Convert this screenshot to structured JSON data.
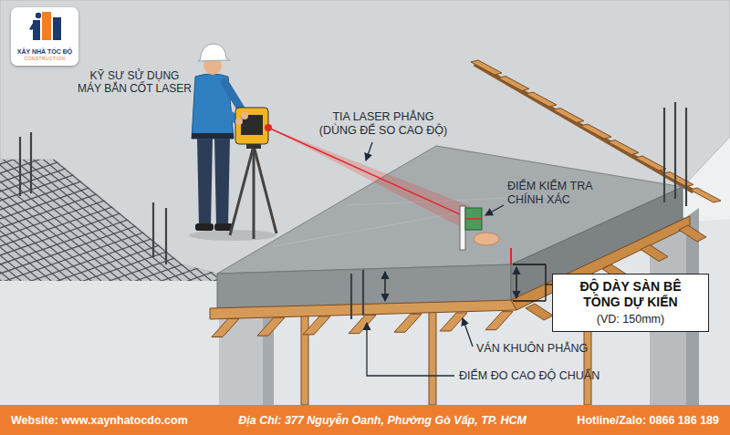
{
  "diagram": {
    "nodes": [
      {
        "text": [
          "XÂY NHÀ TỐC ĐỘ",
          "CONSTRUCTION"
        ]
      },
      {
        "text": [
          "ĐỘ DÀY SÀN BÊ TÔNG DỰ KIẾN",
          "(VD: 150mm)"
        ]
      },
      {
        "text": [
          "Website: www.xaynhatocdo.com",
          "Địa Chỉ: 377 Nguyễn Oanh, Phường Gò Vấp, TP. HCM",
          "Hotline/Zalo: 0866 186 189"
        ]
      }
    ],
    "labels": [
      "KỸ SƯ SỬ DỤNG MÁY BẮN CỐT LASER",
      "TIA LASER PHẲNG (DÙNG ĐỂ SO CAO ĐỘ)",
      "ĐIỂM KIỂM TRA CHÍNH XÁC",
      "VÁN KHUÔN PHẲNG",
      "ĐIỂM ĐO CAO ĐỘ CHUẨN"
    ]
  }
}
